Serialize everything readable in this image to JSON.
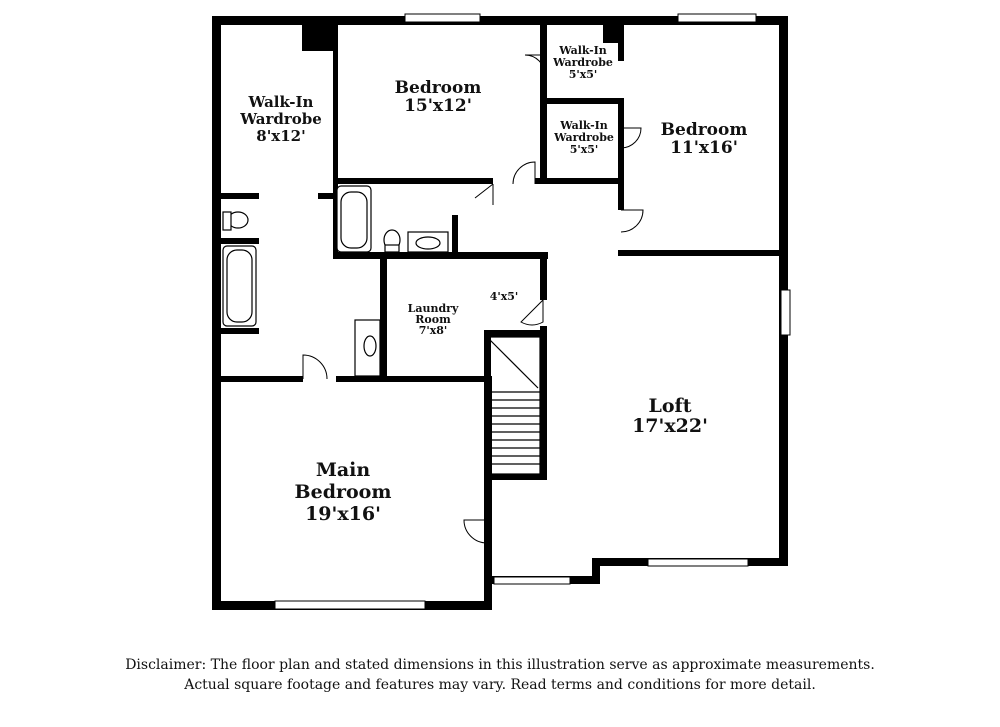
{
  "rooms": {
    "walkin_left": {
      "name_line1": "Walk-In",
      "name_line2": "Wardrobe",
      "size": "8'x12'"
    },
    "bedroom_top": {
      "name": "Bedroom",
      "size": "15'x12'"
    },
    "walkin_top_small": {
      "name_line1": "Walk-In",
      "name_line2": "Wardrobe",
      "size": "5'x5'"
    },
    "walkin_mid_small": {
      "name_line1": "Walk-In",
      "name_line2": "Wardrobe",
      "size": "5'x5'"
    },
    "bedroom_right": {
      "name": "Bedroom",
      "size": "11'x16'"
    },
    "laundry": {
      "name_line1": "Laundry",
      "name_line2": "Room",
      "size": "7'x8'"
    },
    "closet": {
      "size": "4'x5'"
    },
    "loft": {
      "name": "Loft",
      "size": "17'x22'"
    },
    "main_bedroom": {
      "name_line1": "Main",
      "name_line2": "Bedroom",
      "size": "19'x16'"
    }
  },
  "disclaimer": {
    "line1": "Disclaimer: The floor plan and stated dimensions in this illustration serve as approximate measurements.",
    "line2": "Actual square footage and features may vary. Read terms and conditions for more detail."
  }
}
